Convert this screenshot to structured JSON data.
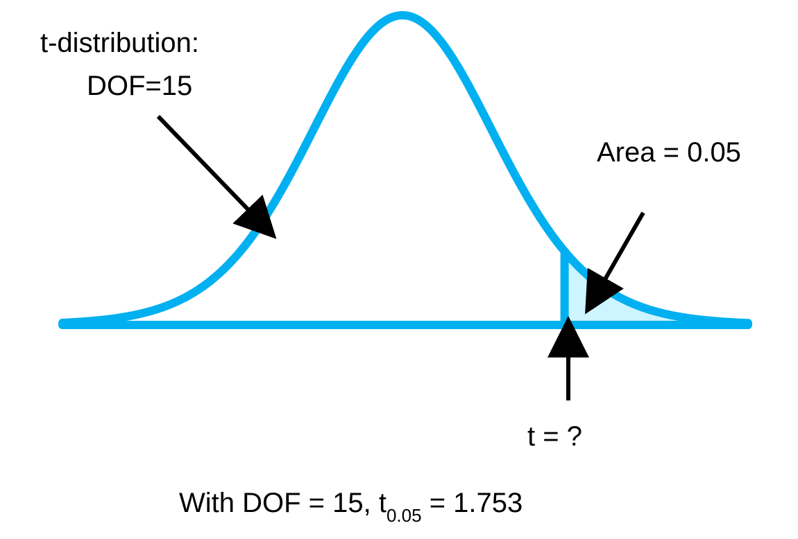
{
  "colors": {
    "curve": "#00B0F0",
    "shaded_area": "#CCF5FF",
    "arrow": "#000000",
    "text": "#000000"
  },
  "diagram": {
    "distribution": "t-distribution",
    "dof": 15,
    "tail_area": 0.05,
    "critical_t": 1.753
  },
  "labels": {
    "curve_title": "t-distribution:",
    "curve_dof": "DOF=15",
    "area": "Area = 0.05",
    "t_question": "t = ?",
    "result_prefix": "With DOF = 15, t",
    "result_subscript": "0.05",
    "result_suffix": " = 1.753"
  }
}
